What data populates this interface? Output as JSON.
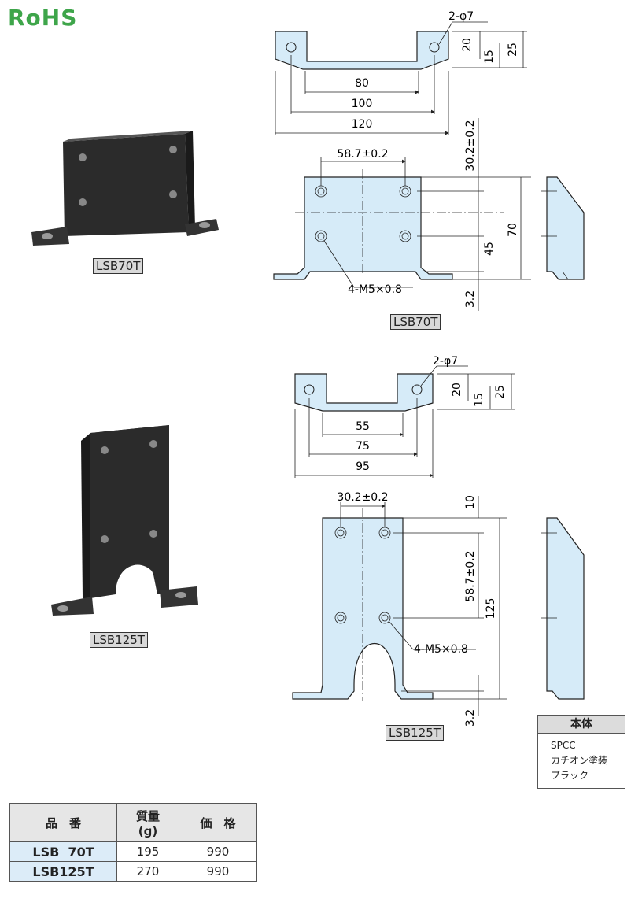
{
  "logo": {
    "text": "RoHS"
  },
  "photo_labels": {
    "top": "LSB70T",
    "bottom": "LSB125T"
  },
  "drawing_70t": {
    "hole": "2-φ7",
    "h_dims": [
      "80",
      "100",
      "120"
    ],
    "v_dims": [
      "20",
      "15",
      "25"
    ],
    "pitch_h": "58.7±0.2",
    "pitch_v": "30.2±0.2",
    "height": "70",
    "lower": "45",
    "thickness": "3.2",
    "tap": "4-M5×0.8",
    "label": "LSB70T"
  },
  "drawing_125t": {
    "hole": "2-φ7",
    "h_dims": [
      "55",
      "75",
      "95"
    ],
    "v_dims": [
      "20",
      "15",
      "25"
    ],
    "pitch_h": "30.2±0.2",
    "pitch_v": "58.7±0.2",
    "top": "10",
    "height": "125",
    "thickness": "3.2",
    "tap": "4-M5×0.8",
    "label": "LSB125T"
  },
  "material": {
    "header": "本体",
    "lines": [
      "SPCC",
      "カチオン塗装",
      "ブラック"
    ]
  },
  "table": {
    "headers": {
      "part": "品　番",
      "mass": "質量",
      "mass_unit": "(g)",
      "price": "価　格"
    },
    "rows": [
      {
        "part": "LSB  70T",
        "mass": "195",
        "price": "990"
      },
      {
        "part": "LSB125T",
        "mass": "270",
        "price": "990"
      }
    ]
  }
}
